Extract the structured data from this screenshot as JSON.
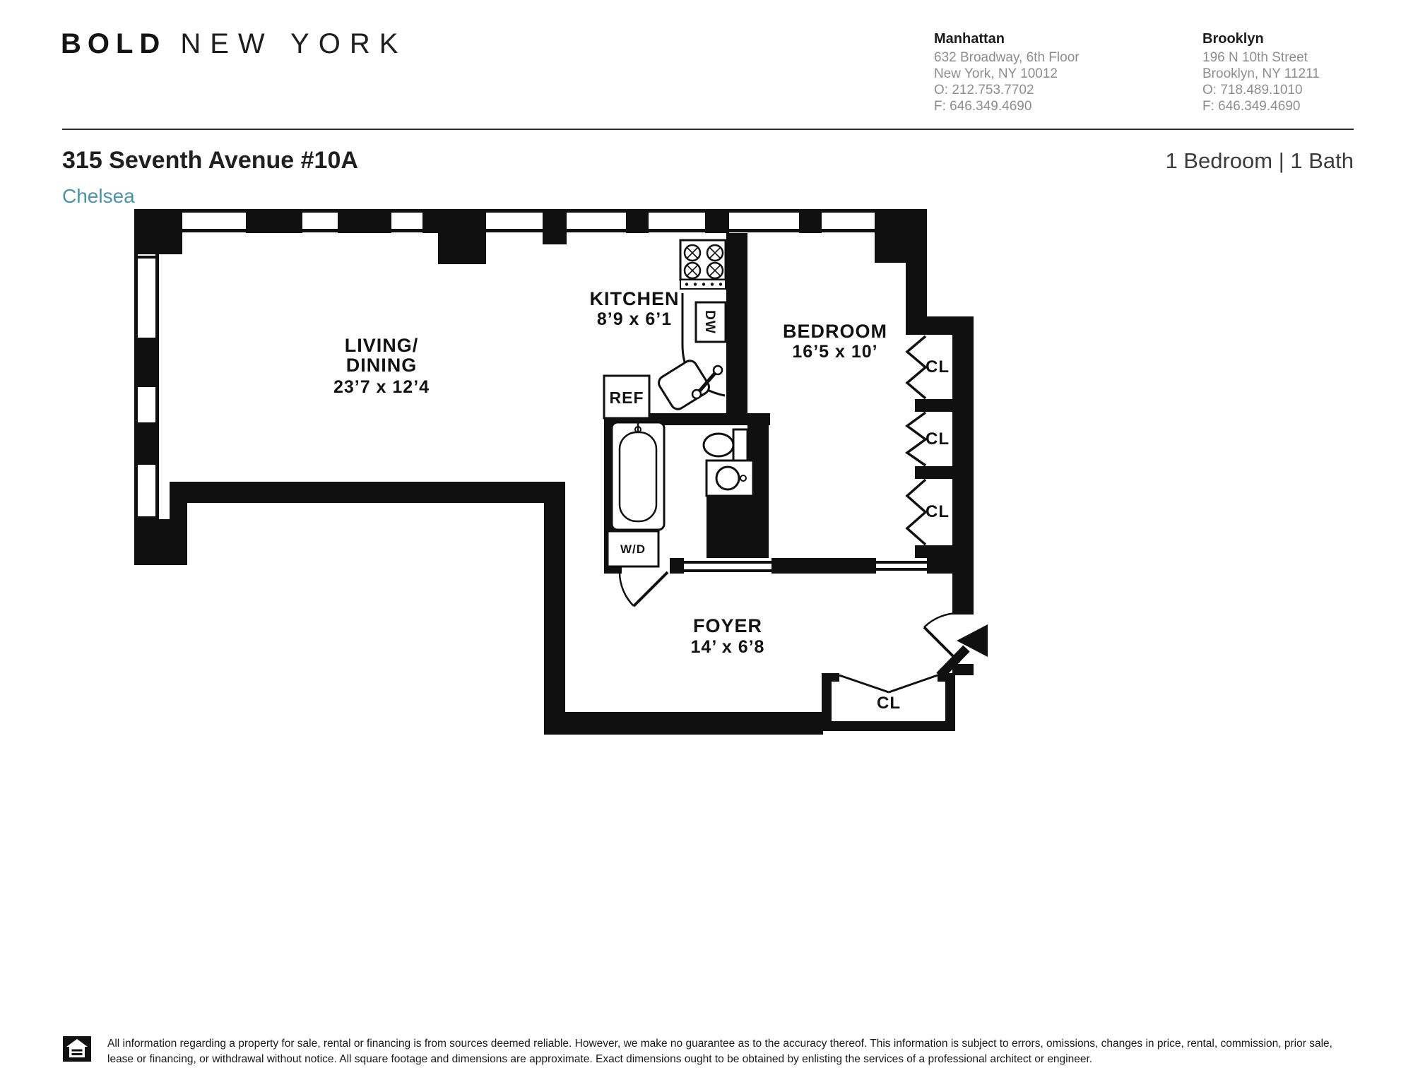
{
  "header": {
    "logo_bold": "BOLD",
    "logo_rest": "NEW YORK",
    "offices": [
      {
        "name": "Manhattan",
        "lines": [
          "632 Broadway, 6th Floor",
          "New York, NY 10012",
          "O: 212.753.7702",
          "F: 646.349.4690"
        ]
      },
      {
        "name": "Brooklyn",
        "lines": [
          "196 N 10th Street",
          "Brooklyn, NY 11211",
          "O: 718.489.1010",
          "F: 646.349.4690"
        ]
      }
    ]
  },
  "listing": {
    "address": "315 Seventh Avenue #10A",
    "neighborhood": "Chelsea",
    "config": "1 Bedroom | 1 Bath",
    "accent_color": "#4b93ad"
  },
  "floorplan": {
    "living": {
      "name_line1": "LIVING/",
      "name_line2": "DINING",
      "dims": "23’7 x 12’4"
    },
    "kitchen": {
      "name": "KITCHEN",
      "dims": "8’9 x 6’1"
    },
    "bedroom": {
      "name": "BEDROOM",
      "dims": "16’5 x 10’"
    },
    "foyer": {
      "name": "FOYER",
      "dims": "14’ x 6’8"
    },
    "closets": [
      "CL",
      "CL",
      "CL",
      "CL"
    ],
    "appliances": {
      "ref": "REF",
      "dw": "DW",
      "wd": "W/D"
    }
  },
  "footer": {
    "disclaimer_lines": [
      "All information regarding a property for sale, rental or financing is from sources deemed reliable. However, we make no guarantee as to the accuracy thereof. This information is subject to errors, omissions, changes in price, rental, commission, prior sale,",
      "lease or financing, or withdrawal without notice. All square footage and dimensions are approximate. Exact dimensions ought to be obtained by enlisting the services of a professional architect or engineer."
    ]
  }
}
